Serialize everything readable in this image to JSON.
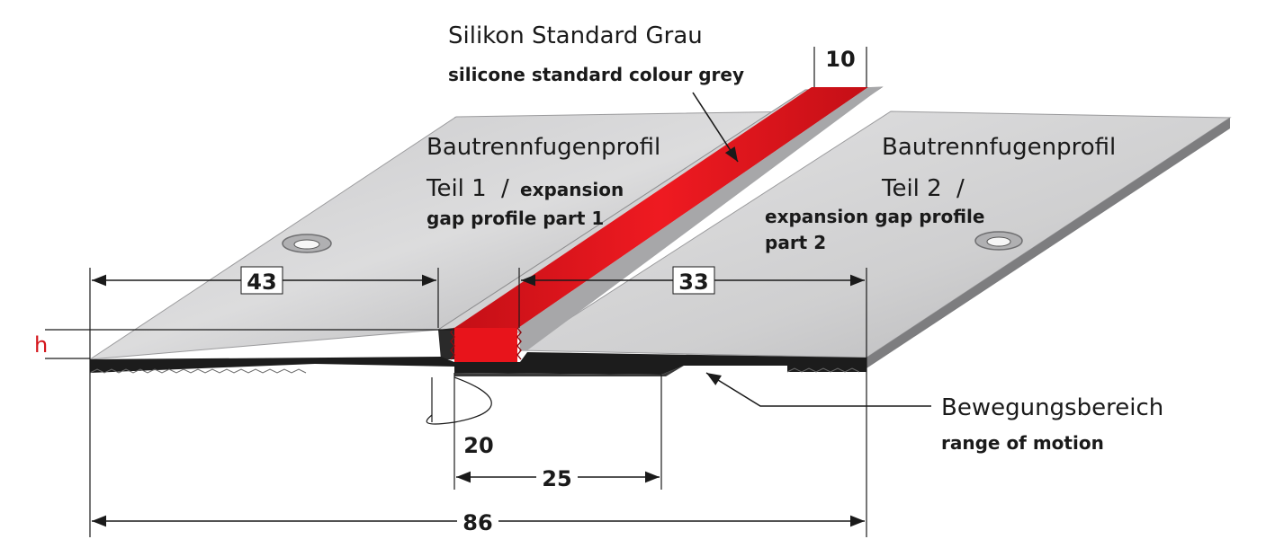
{
  "labels": {
    "silicone_de": "Silikon Standard Grau",
    "silicone_en": "silicone standard colour grey",
    "part1_de": "Bautrennfugenprofil",
    "part1_teil": "Teil 1",
    "part1_slash": "/",
    "part1_en_a": "expansion",
    "part1_en_b": "gap profile part 1",
    "part2_de": "Bautrennfugenprofil",
    "part2_teil": "Teil 2",
    "part2_slash": "/",
    "part2_en_a": "expansion gap profile",
    "part2_en_b": "part 2",
    "motion_de": "Bewegungsbereich",
    "motion_en": "range of motion",
    "height_symbol": "h"
  },
  "dimensions": {
    "top_width": "10",
    "left_width": "43",
    "right_width": "33",
    "joint_depth": "20",
    "motion_width": "25",
    "total_width": "86"
  },
  "colors": {
    "silicone": "#e8141b",
    "metal_light": "#d8d8d9",
    "metal_mid": "#bdbdbf",
    "metal_dark": "#8e8e90",
    "profile_black": "#1c1c1c",
    "height_label": "#d4141b"
  }
}
